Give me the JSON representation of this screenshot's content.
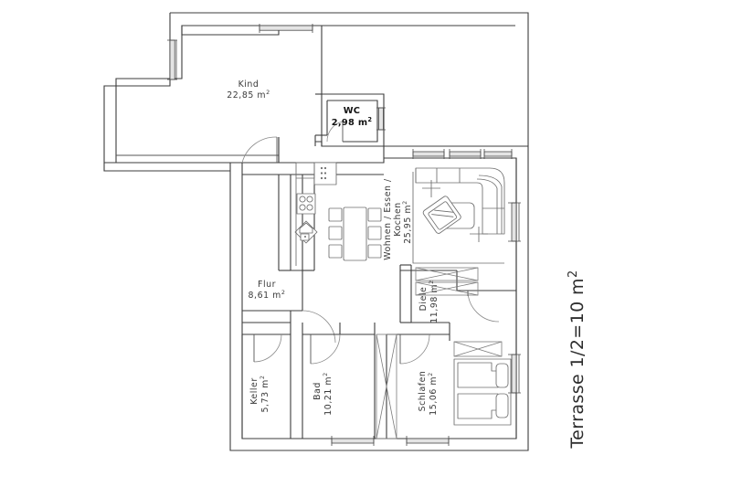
{
  "document": {
    "type": "architectural-floor-plan",
    "title": "Grundriss"
  },
  "rooms": [
    {
      "id": "kind",
      "name": "Kind",
      "area": "22,85 m",
      "unit_sup": "2",
      "bold": false
    },
    {
      "id": "wc",
      "name": "WC",
      "area": "2,98 m",
      "unit_sup": "2",
      "bold": true
    },
    {
      "id": "wohnen",
      "name": "Wohnen / Essen / Kochen",
      "area": "25,95 m",
      "unit_sup": "2",
      "bold": false
    },
    {
      "id": "flur",
      "name": "Flur",
      "area": "8,61 m",
      "unit_sup": "2",
      "bold": false
    },
    {
      "id": "diele",
      "name": "Diele",
      "area": "11,98 m",
      "unit_sup": "2",
      "bold": false
    },
    {
      "id": "keller",
      "name": "Keller",
      "area": "5,73 m",
      "unit_sup": "2",
      "bold": false
    },
    {
      "id": "bad",
      "name": "Bad",
      "area": "10,21 m",
      "unit_sup": "2",
      "bold": false
    },
    {
      "id": "schlafen",
      "name": "Schlafen",
      "area": "15,06 m",
      "unit_sup": "2",
      "bold": false
    }
  ],
  "labels": {
    "kind_name": "Kind",
    "kind_area": "22,85 m",
    "wc_name": "WC",
    "wc_area": "2,98 m",
    "wohnen_line1": "Wohnen / Essen /",
    "wohnen_line2": "Kochen",
    "wohnen_area": "25,95 m",
    "flur_name": "Flur",
    "flur_area": "8,61 m",
    "diele_name": "Diele",
    "diele_area": "11,98 m",
    "keller_name": "Keller",
    "keller_area": "5,73 m",
    "bad_name": "Bad",
    "bad_area": "10,21 m",
    "schlafen_name": "Schlafen",
    "schlafen_area": "15,06 m",
    "terrasse": "Terrasse 1/2=10 m",
    "superscript": "2"
  },
  "furniture": [
    {
      "id": "stove",
      "label": "stove-4-burner",
      "room": "wohnen"
    },
    {
      "id": "sink",
      "label": "kitchen-sink",
      "room": "wohnen"
    },
    {
      "id": "upper-cab",
      "label": "wall-cabinet",
      "room": "wohnen"
    },
    {
      "id": "table",
      "label": "dining-table",
      "room": "wohnen"
    },
    {
      "id": "chairs",
      "label": "dining-chairs-6",
      "room": "wohnen"
    },
    {
      "id": "sofa",
      "label": "corner-sofa",
      "room": "wohnen"
    },
    {
      "id": "coffee",
      "label": "coffee-table",
      "room": "wohnen"
    },
    {
      "id": "armchair",
      "label": "armchair",
      "room": "wohnen"
    },
    {
      "id": "bed-left",
      "label": "single-bed",
      "room": "schlafen"
    },
    {
      "id": "bed-right",
      "label": "single-bed",
      "room": "schlafen"
    },
    {
      "id": "nightstand",
      "label": "nightstands",
      "room": "schlafen"
    },
    {
      "id": "wardrobe-1",
      "label": "wardrobe",
      "room": "schlafen"
    },
    {
      "id": "wardrobe-2",
      "label": "wardrobe",
      "room": "diele"
    },
    {
      "id": "closet-hall",
      "label": "built-in-closet",
      "room": "flur"
    }
  ],
  "colors": {
    "wall": "#3c3c3c",
    "furniture": "#6d6d6d",
    "door": "#8a8a8a",
    "window_fill": "#e4e4e4",
    "text": "#3a3a3a",
    "background": "#ffffff"
  }
}
